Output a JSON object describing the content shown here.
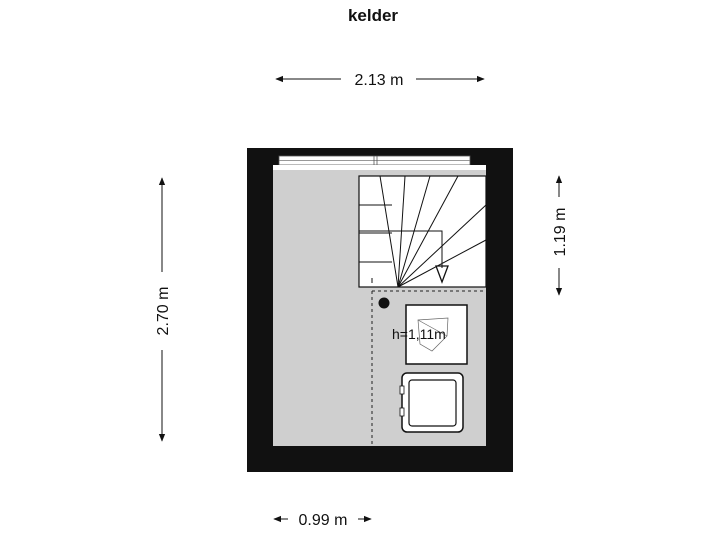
{
  "title": "kelder",
  "dimensions": {
    "top_width": "2.13 m",
    "left_height": "2.70 m",
    "right_height": "1.19 m",
    "bottom_width": "0.99 m"
  },
  "note": "h=1,11m",
  "colors": {
    "wall": "#111111",
    "floor": "#cfcfcf",
    "white": "#ffffff"
  }
}
